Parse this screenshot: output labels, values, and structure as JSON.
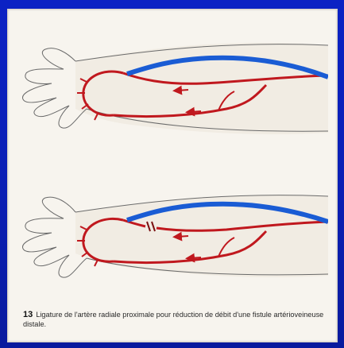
{
  "figure": {
    "number": "13",
    "caption": "Ligature de l'artère radiale proximale pour réduction de débit d'une fistule artérioveineuse distale."
  },
  "colors": {
    "artery": "#c0181e",
    "vein": "#1a5cd4",
    "outline": "#6a6a6a",
    "page": "#f7f4ee",
    "frame": "#0a1fb4"
  },
  "panels": [
    {
      "id": "top",
      "state": "fistule arterioveineuse distale"
    },
    {
      "id": "bottom",
      "state": "ligature de l'artere radiale proximale"
    }
  ]
}
